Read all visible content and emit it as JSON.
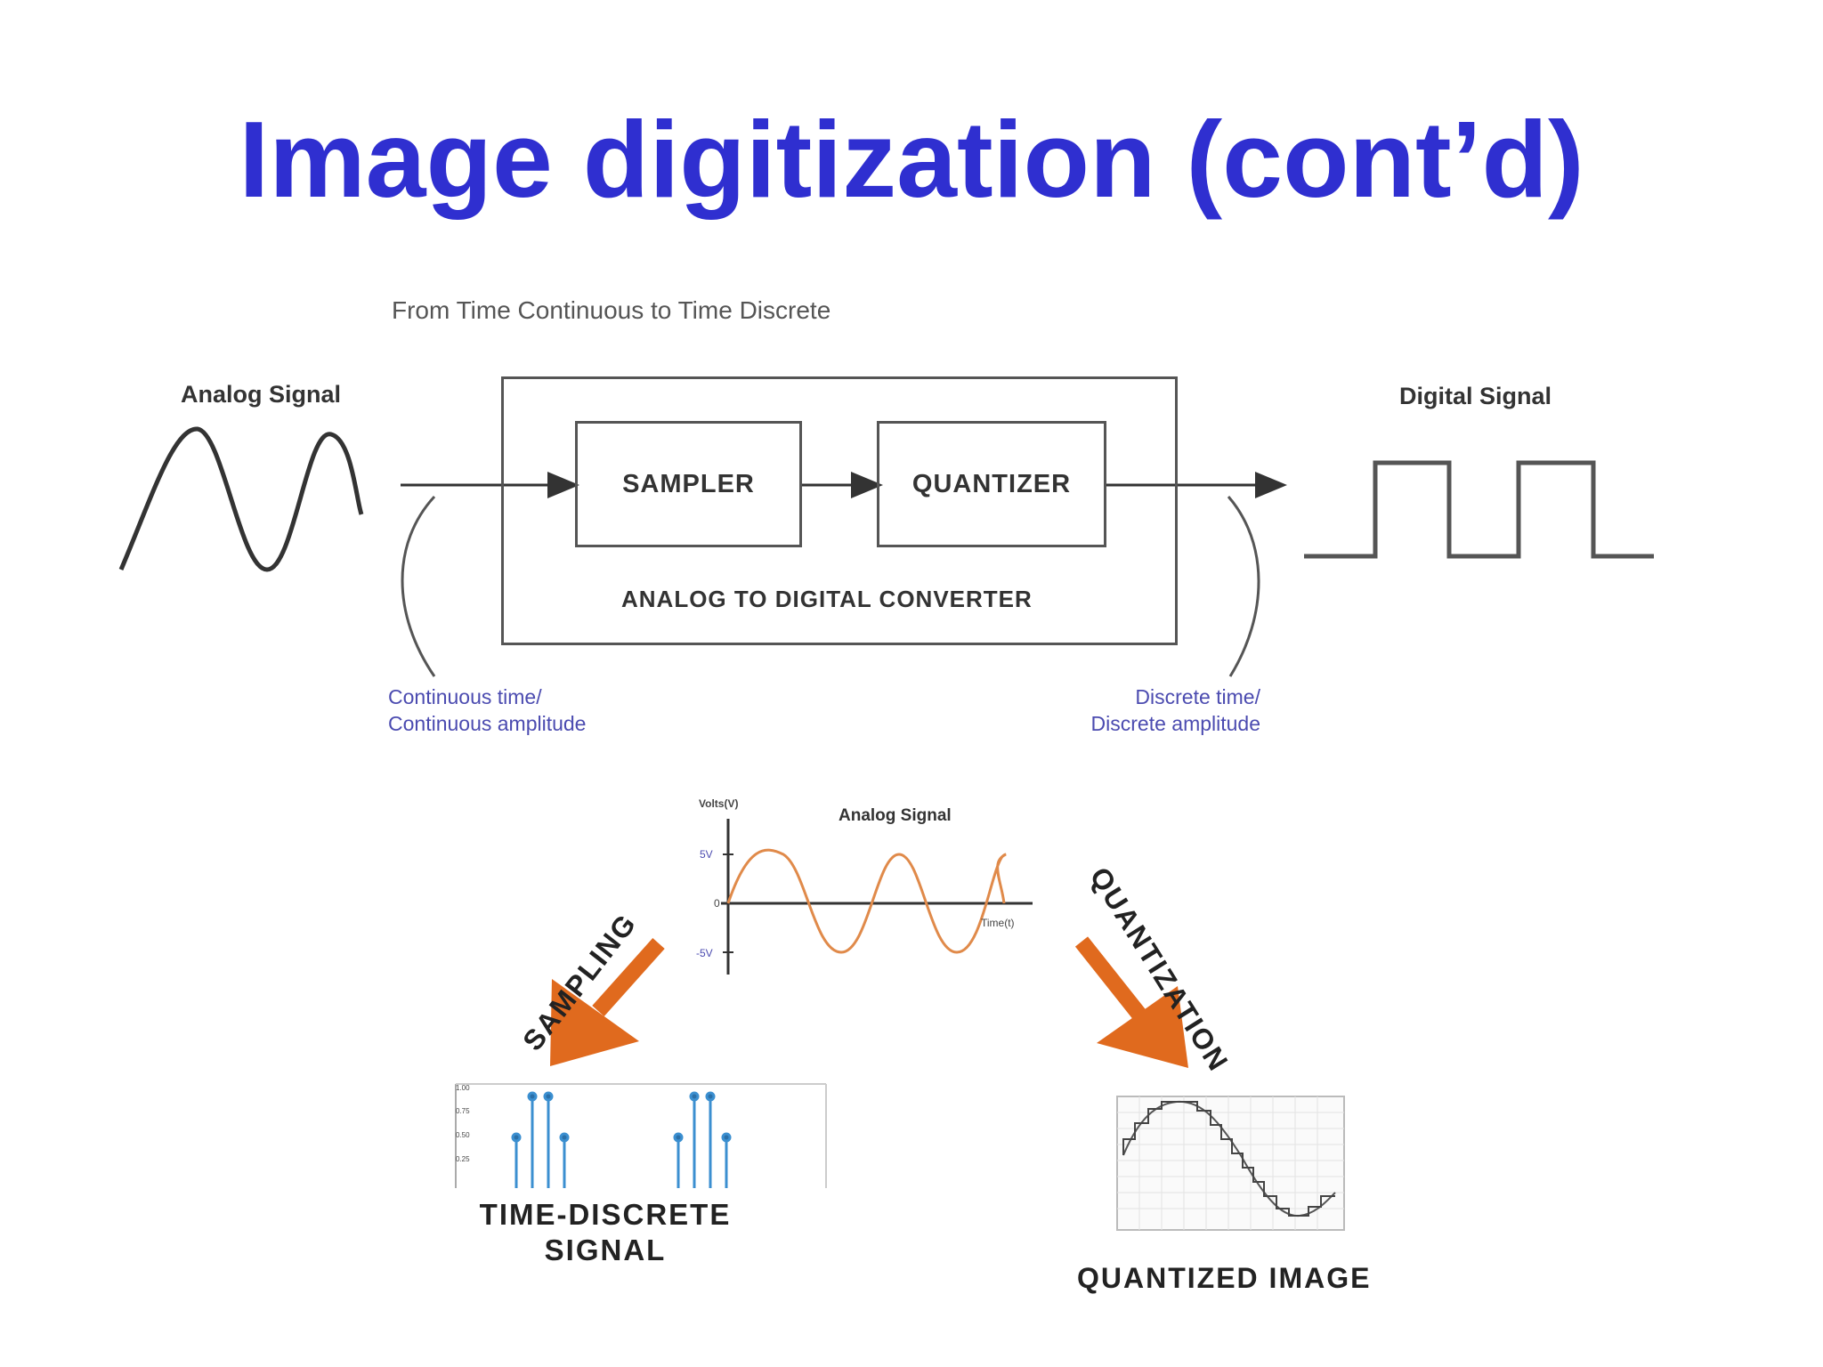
{
  "slide": {
    "title": "Image digitization (cont’d)"
  },
  "adc_diagram": {
    "subtitle": "From Time Continuous to Time Discrete",
    "analog_signal_label": "Analog Signal",
    "digital_signal_label": "Digital Signal",
    "sampler_label": "SAMPLER",
    "quantizer_label": "QUANTIZER",
    "converter_label": "ANALOG TO DIGITAL CONVERTER",
    "input_note_line1": "Continuous time/",
    "input_note_line2": "Continuous amplitude",
    "output_note_line1": "Discrete time/",
    "output_note_line2": "Discrete amplitude"
  },
  "process_diagram": {
    "y_axis_label": "Volts(V)",
    "plot_title": "Analog Signal",
    "tick_5v": "5V",
    "tick_0": "0",
    "tick_neg5v": "-5V",
    "x_axis_label": "Time(t)",
    "sampling_label": "SAMPLING",
    "quantization_label": "QUANTIZATION",
    "sampled_line1": "TIME-DISCRETE",
    "sampled_line2": "SIGNAL",
    "quantized_label": "QUANTIZED IMAGE",
    "sampled_ticks": [
      "1.00",
      "0.75",
      "0.50",
      "0.25"
    ],
    "colors": {
      "title": "#2f2fd0",
      "arrow": "#e06a1e",
      "analog_wave": "#e08a4a",
      "stem": "#3b8fd0"
    }
  }
}
